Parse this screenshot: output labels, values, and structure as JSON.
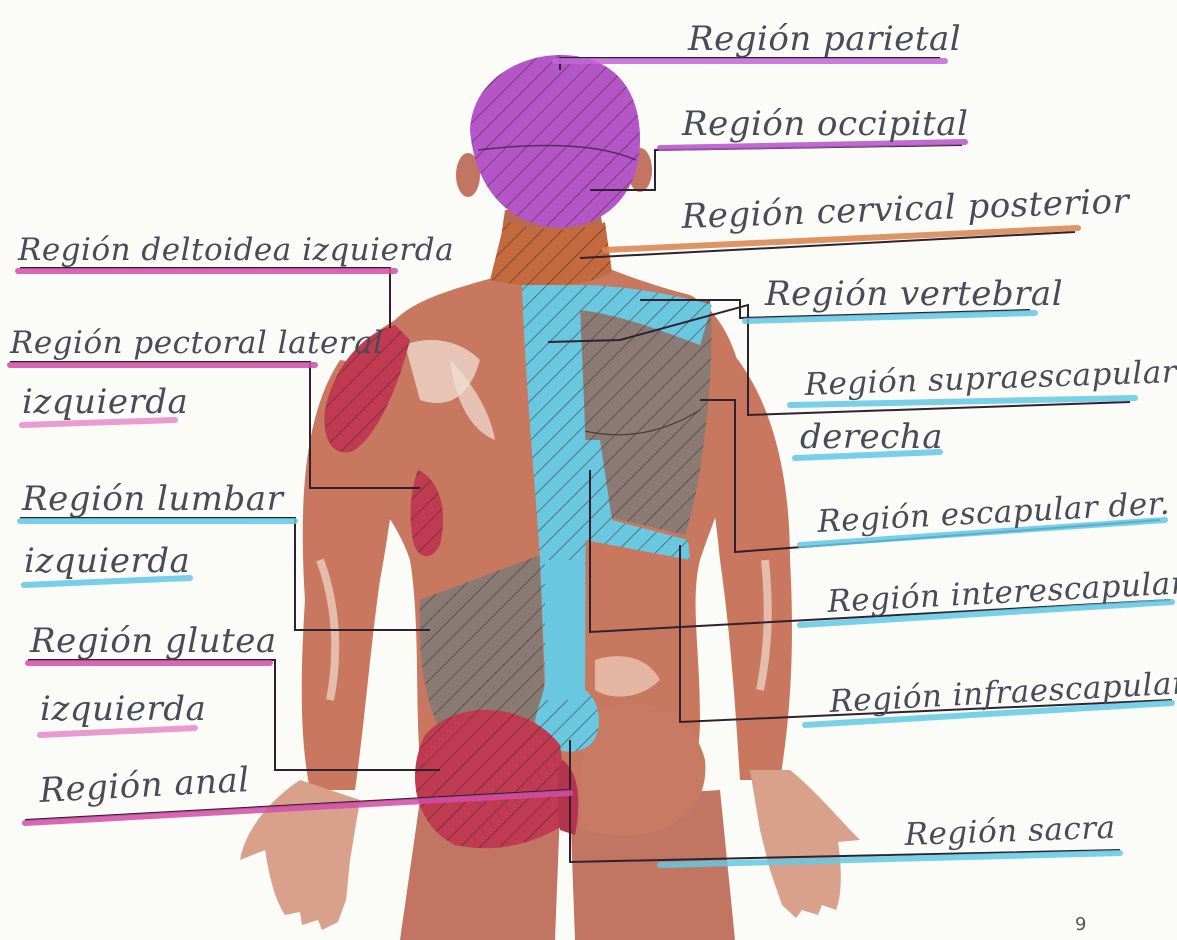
{
  "colors": {
    "purple": "#b455c8",
    "orange": "#d9844c",
    "cyan": "#63c9e3",
    "pink": "#e06cb8",
    "magenta": "#c44a9a",
    "red": "#c03a52",
    "skin": "#c7785f",
    "skin_dark": "#a85a45",
    "shade": "#8c7872"
  },
  "labels": {
    "parietal": "Región parietal",
    "occipital": "Región occipital",
    "cervical": "Región cervical posterior",
    "deltoidea_1": "Región deltoidea izquierda",
    "vertebral": "Región vertebral",
    "pectoral_1": "Región pectoral lateral",
    "pectoral_2": "izquierda",
    "supraescapular_1": "Región supraescapular",
    "supraescapular_2": "derecha",
    "lumbar_1": "Región lumbar",
    "lumbar_2": "izquierda",
    "escapular": "Región escapular der.",
    "interescapular": "Región interescapular der",
    "glutea_1": "Región glutea",
    "glutea_2": "izquierda",
    "infraescapular": "Región infraescapular der",
    "anal": "Región anal",
    "sacra": "Región sacra"
  },
  "page_number": "9"
}
